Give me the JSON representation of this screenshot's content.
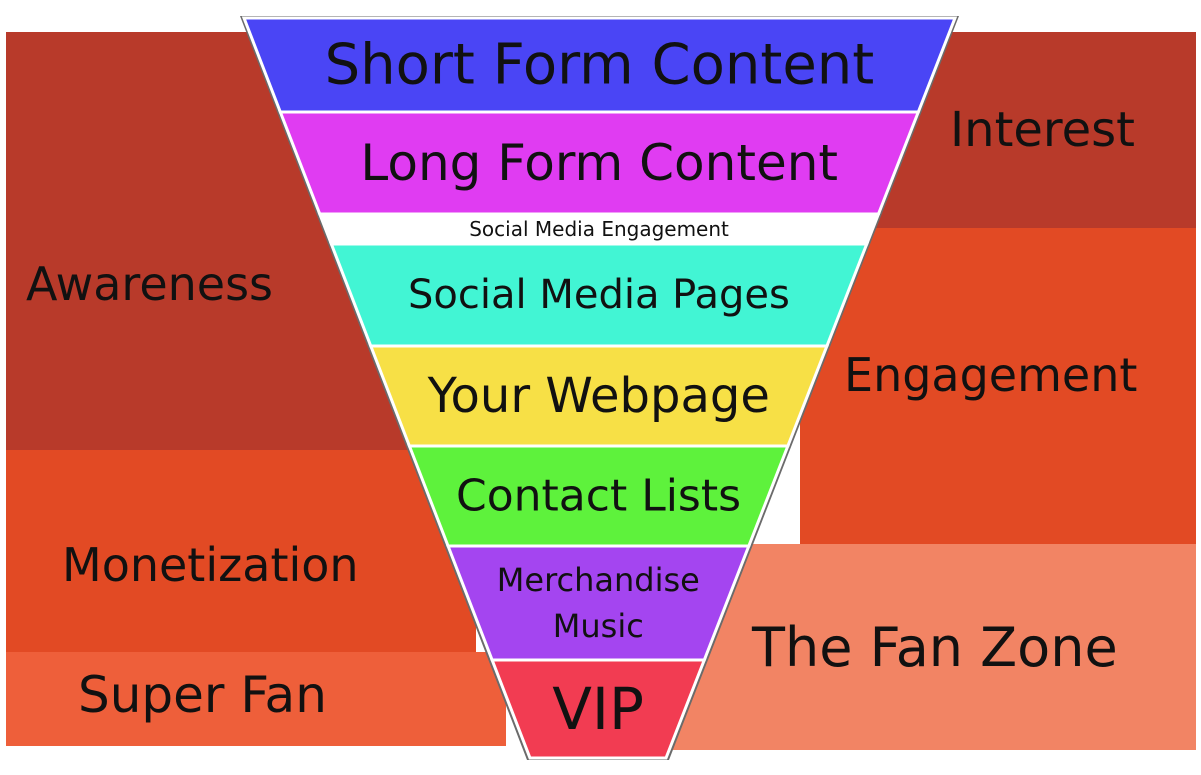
{
  "left_bands": [
    {
      "label": "Awareness",
      "color": "#b83a2a"
    },
    {
      "label": "Monetization",
      "color": "#e24a24"
    },
    {
      "label": "Super Fan",
      "color": "#ee5f3a"
    }
  ],
  "right_bands": [
    {
      "label": "Interest",
      "color": "#b83a2a"
    },
    {
      "label": "Engagement",
      "color": "#e24a24"
    },
    {
      "label": "The Fan Zone",
      "color": "#f28464"
    }
  ],
  "funnel": {
    "outline_color": "#6b6b6b",
    "stages": [
      {
        "lines": [
          "Short Form Content"
        ],
        "color": "#4a45f5"
      },
      {
        "lines": [
          "Long Form Content"
        ],
        "color": "#e03cf2"
      },
      {
        "lines": [
          "Social Media Engagement"
        ],
        "color": "#ffffff"
      },
      {
        "lines": [
          "Social Media Pages"
        ],
        "color": "#42f5d4"
      },
      {
        "lines": [
          "Your Webpage"
        ],
        "color": "#f7e046"
      },
      {
        "lines": [
          "Contact Lists"
        ],
        "color": "#5ef23c"
      },
      {
        "lines": [
          "Merchandise",
          "Music"
        ],
        "color": "#a445f0"
      },
      {
        "lines": [
          "VIP"
        ],
        "color": "#f23c52"
      }
    ]
  }
}
